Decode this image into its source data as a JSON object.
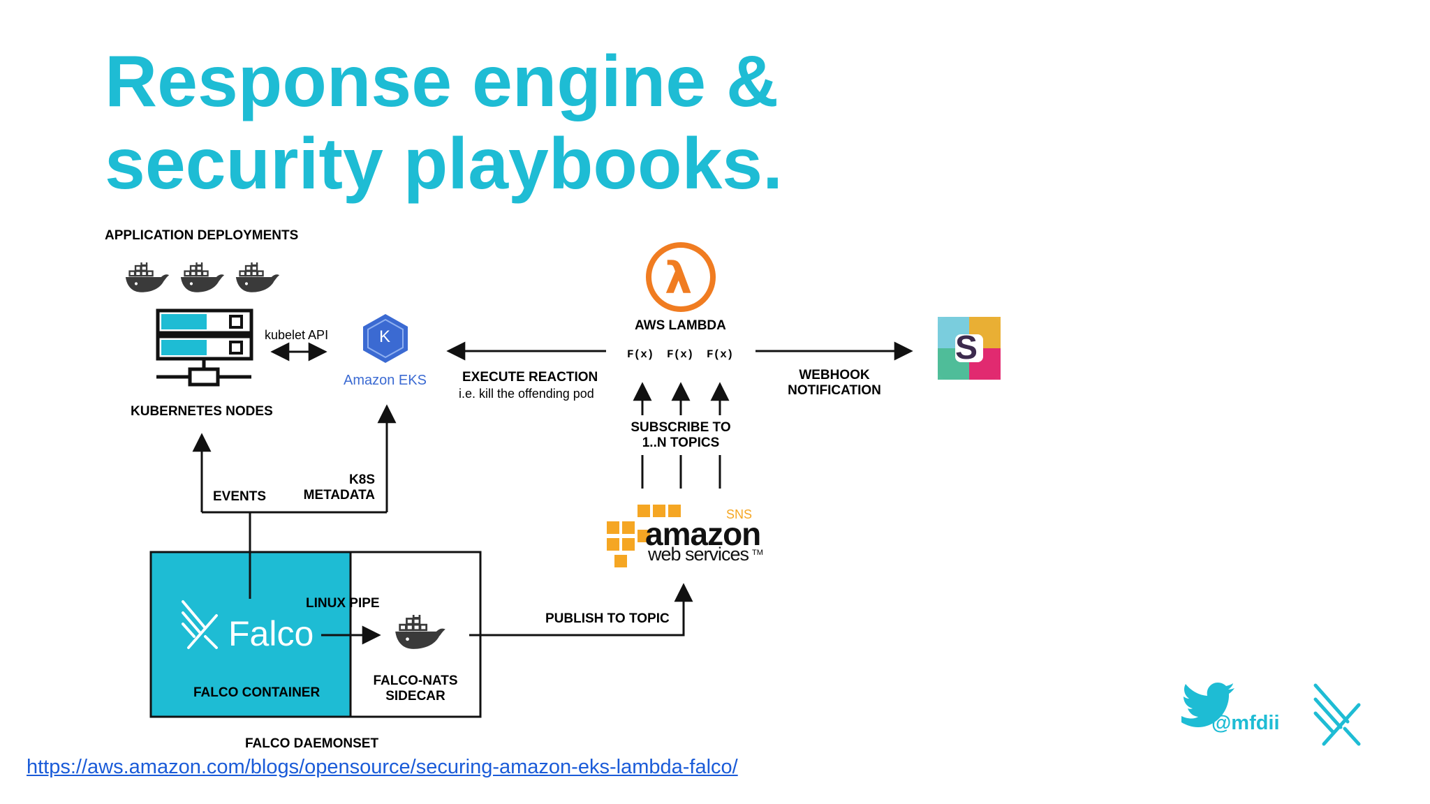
{
  "slide": {
    "title_line1": "Response engine &",
    "title_line2": "security playbooks.",
    "link_url": "https://aws.amazon.com/blogs/opensource/securing-amazon-eks-lambda-falco/",
    "twitter_handle": "@mfdii",
    "accent_color": "#1ebcd4"
  },
  "diagram": {
    "app_deployments": "APPLICATION DEPLOYMENTS",
    "kubelet_api": "kubelet API",
    "kubernetes_nodes": "KUBERNETES NODES",
    "amazon_eks": "Amazon EKS",
    "aws_lambda": "AWS LAMBDA",
    "function_labels": [
      "F(x)",
      "F(x)",
      "F(x)"
    ],
    "execute_reaction": "EXECUTE REACTION",
    "execute_reaction_sub": "i.e. kill the offending pod",
    "webhook_line1": "WEBHOOK",
    "webhook_line2": "NOTIFICATION",
    "subscribe_line1": "SUBSCRIBE TO",
    "subscribe_line2": "1..N TOPICS",
    "events": "EVENTS",
    "k8s_line1": "K8S",
    "k8s_line2": "METADATA",
    "sns": "SNS",
    "aws_amazon": "amazon",
    "aws_webservices": "web services",
    "aws_tm": "TM",
    "linux_pipe": "LINUX PIPE",
    "falco_word": "Falco",
    "falco_container": "FALCO CONTAINER",
    "sidecar_line1": "FALCO-NATS",
    "sidecar_line2": "SIDECAR",
    "publish_to_topic": "PUBLISH TO TOPIC",
    "falco_daemonset": "FALCO DAEMONSET",
    "slack_letter": "S",
    "lambda_glyph": "λ",
    "eks_letter": "K"
  }
}
